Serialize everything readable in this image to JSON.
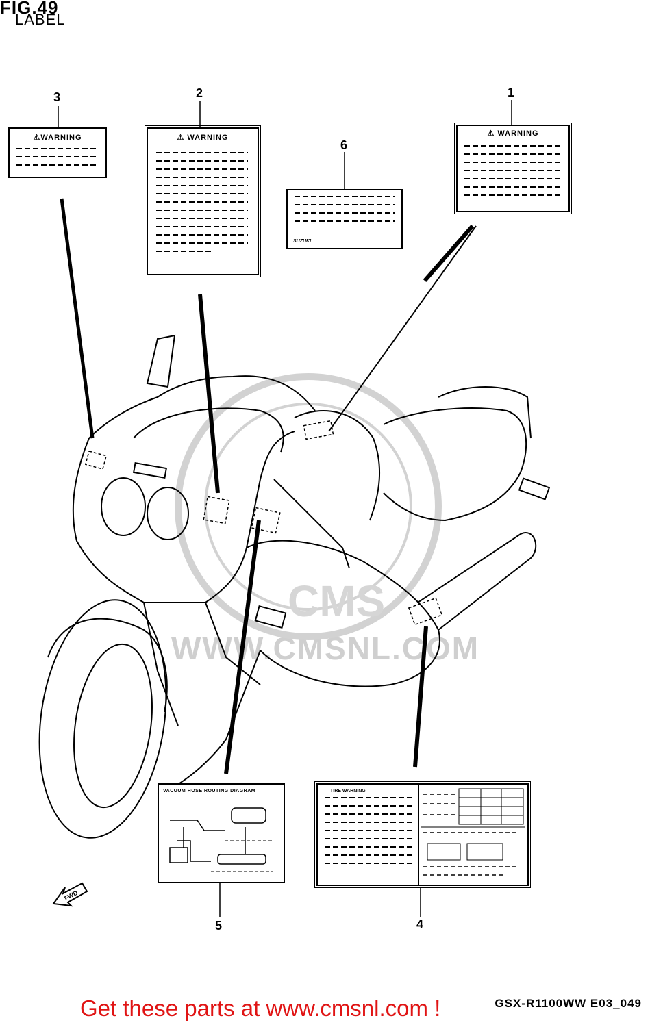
{
  "figure": {
    "title": "FIG.49",
    "subtitle": "LABEL",
    "code": "GSX-R1100WW  E03_049"
  },
  "labels": {
    "l1": {
      "number": "1",
      "heading": "⚠ WARNING"
    },
    "l2": {
      "number": "2",
      "heading": "⚠ WARNING"
    },
    "l3": {
      "number": "3",
      "heading": "⚠WARNING"
    },
    "l4": {
      "number": "4",
      "heading": "TIRE WARNING"
    },
    "l5": {
      "number": "5",
      "heading": "VACUUM HOSE ROUTING DIAGRAM"
    },
    "l6": {
      "number": "6",
      "brand": "SUZUKI"
    }
  },
  "fwd_arrow": "FWD",
  "watermark": {
    "text": "WWW.CMSNL.COM",
    "logo": "CMS"
  },
  "footer": {
    "ad": "Get these parts at www.cmsnl.com !"
  },
  "colors": {
    "ad": "#e01414",
    "watermark": "#cfcfcf"
  }
}
